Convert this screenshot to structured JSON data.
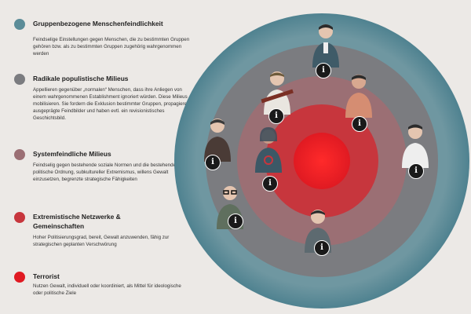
{
  "legend": {
    "items": [
      {
        "title": "Gruppenbezogene Menschenfeindlichkeit",
        "description": "Feindselige Einstellungen gegen Menschen, die zu bestimmten Gruppen gehören bzw. als zu bestimmten Gruppen zugehörig wahrgenommen werden",
        "color": "#5b8c98"
      },
      {
        "title": "Radikale populistische Milieus",
        "description": "Appellieren gegenüber „normalen“ Menschen, dass ihre Anliegen von einem wahrgenommenen Establishment ignoriert würden. Diese Milieus mobilisieren. Sie fordern die Exklusion bestimmter Gruppen, propagieren ausgeprägte Feindbilder und haben evtl. ein revisionistisches Geschichtsbild.",
        "color": "#7b7c80"
      },
      {
        "title": "Systemfeindliche Milieus",
        "description": "Feindselig gegen bestehende soziale Normen und die bestehende politische Ordnung, subkultureller Extremismus, willens Gewalt einzusetzen, begrenzte strategische Fähigkeiten",
        "color": "#9b6f74"
      },
      {
        "title": "Extremistische Netzwerke & Gemeinschaften",
        "description": "Hoher Politisierungsgrad, bereit, Gewalt anzuwenden, fähig zur strategischen geplanten Verschwörung",
        "color": "#c7363d"
      },
      {
        "title": "Terrorist",
        "description": "Nutzen Gewalt, individuell oder koordiniert, als Mittel für ideologische oder politische Ziele",
        "color": "#e01a22"
      }
    ]
  },
  "info_glyph": "i",
  "colors": {
    "background": "#ece9e6",
    "ring_outer": "#5b8c98",
    "ring_2": "#7b7c80",
    "ring_3": "#9b6f74",
    "ring_4": "#c7363d",
    "center": "#e01a22"
  }
}
